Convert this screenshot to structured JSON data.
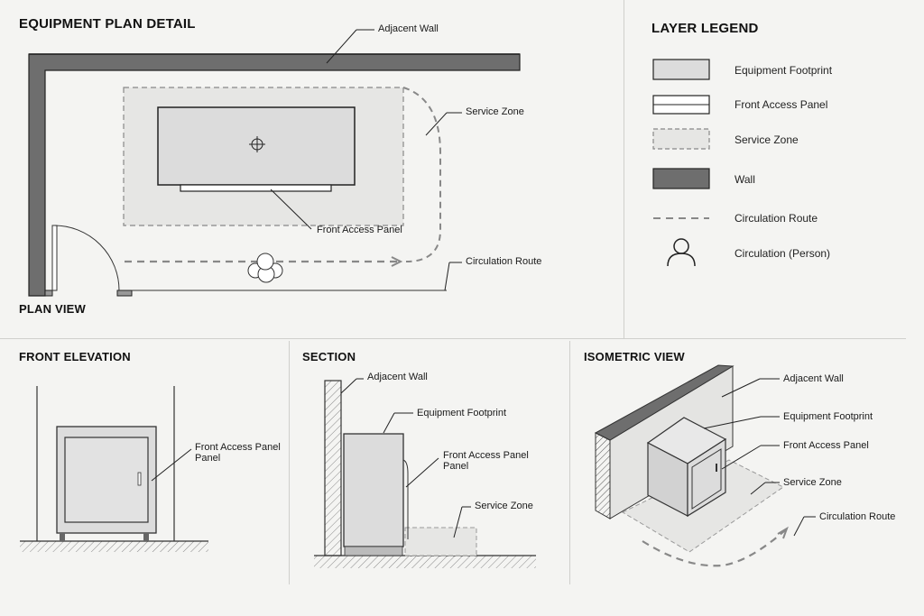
{
  "titles": {
    "main": "EQUIPMENT PLAN DETAIL",
    "plan_view": "PLAN VIEW",
    "legend": "LAYER LEGEND",
    "front_elevation": "FRONT ELEVATION",
    "section": "SECTION",
    "isometric": "ISOMETRIC VIEW"
  },
  "plan": {
    "adjacent_wall": "Adjacent Wall",
    "service_zone": "Service Zone",
    "front_access_panel": "Front Access Panel",
    "circulation_route": "Circulation Route"
  },
  "legend": {
    "items": [
      {
        "label": "Equipment Footprint",
        "icon": "equipment-footprint-swatch"
      },
      {
        "label": "Front Access Panel",
        "icon": "front-access-panel-swatch"
      },
      {
        "label": "Service Zone",
        "icon": "service-zone-swatch"
      },
      {
        "label": "Wall",
        "icon": "wall-swatch"
      },
      {
        "label": "Circulation Route",
        "icon": "dashed-line-icon"
      },
      {
        "label": "Circulation (Person)",
        "icon": "person-icon"
      }
    ]
  },
  "front_elevation": {
    "front_access_panel_line1": "Front Access Panel",
    "front_access_panel_line2": "Panel"
  },
  "section": {
    "adjacent_wall": "Adjacent Wall",
    "equipment_footprint": "Equipment Footprint",
    "front_access_panel_line1": "Front Access Panel",
    "front_access_panel_line2": "Panel",
    "service_zone": "Service Zone"
  },
  "isometric": {
    "adjacent_wall": "Adjacent Wall",
    "equipment_footprint": "Equipment Footprint",
    "front_access_panel": "Front Access Panel",
    "service_zone": "Service Zone",
    "circulation_route": "Circulation Route"
  },
  "colors": {
    "wall": "#6e6e6e",
    "equipment": "#dcdcdc",
    "service_zone": "#e6e6e4",
    "line": "#2a2a2a",
    "dash": "#888888"
  }
}
